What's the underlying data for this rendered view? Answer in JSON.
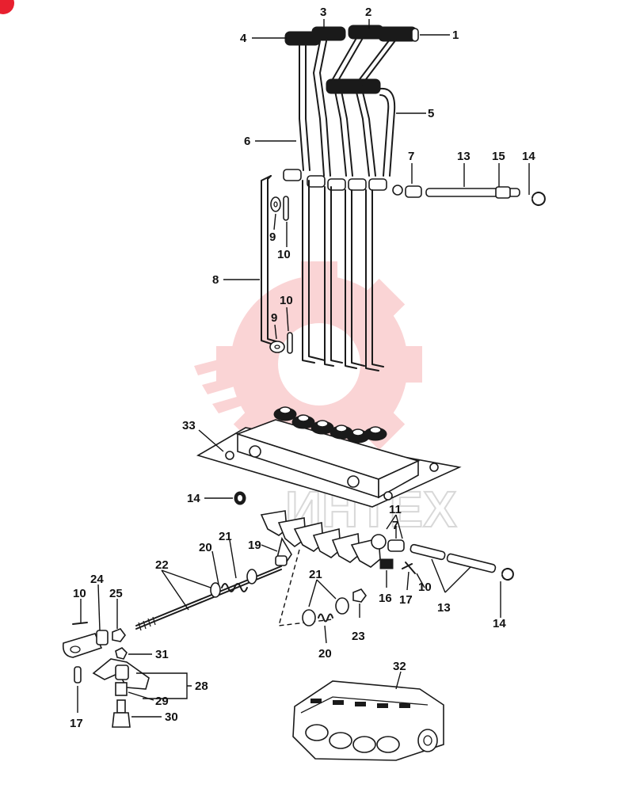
{
  "colors": {
    "ink": "#1a1a1a",
    "watermark": "#f6b1b3",
    "badge": "#e8202f"
  },
  "watermark_text": "ИНТЕХ",
  "callouts": [
    {
      "id": "c1",
      "label": "1"
    },
    {
      "id": "c2",
      "label": "2"
    },
    {
      "id": "c3",
      "label": "3"
    },
    {
      "id": "c4",
      "label": "4"
    },
    {
      "id": "c5",
      "label": "5"
    },
    {
      "id": "c6",
      "label": "6"
    },
    {
      "id": "c7a",
      "label": "7"
    },
    {
      "id": "c13a",
      "label": "13"
    },
    {
      "id": "c15",
      "label": "15"
    },
    {
      "id": "c14a",
      "label": "14"
    },
    {
      "id": "c9a",
      "label": "9"
    },
    {
      "id": "c10a",
      "label": "10"
    },
    {
      "id": "c8",
      "label": "8"
    },
    {
      "id": "c10b",
      "label": "10"
    },
    {
      "id": "c9b",
      "label": "9"
    },
    {
      "id": "c33",
      "label": "33"
    },
    {
      "id": "c14b",
      "label": "14"
    },
    {
      "id": "c11",
      "label": "11"
    },
    {
      "id": "c7b",
      "label": "7"
    },
    {
      "id": "c21a",
      "label": "21"
    },
    {
      "id": "c20a",
      "label": "20"
    },
    {
      "id": "c19",
      "label": "19"
    },
    {
      "id": "c22",
      "label": "22"
    },
    {
      "id": "c24",
      "label": "24"
    },
    {
      "id": "c10c",
      "label": "10"
    },
    {
      "id": "c25",
      "label": "25"
    },
    {
      "id": "c21b",
      "label": "21"
    },
    {
      "id": "c16",
      "label": "16"
    },
    {
      "id": "c17a",
      "label": "17"
    },
    {
      "id": "c10d",
      "label": "10"
    },
    {
      "id": "c13b",
      "label": "13"
    },
    {
      "id": "c14c",
      "label": "14"
    },
    {
      "id": "c23",
      "label": "23"
    },
    {
      "id": "c20b",
      "label": "20"
    },
    {
      "id": "c31",
      "label": "31"
    },
    {
      "id": "c28",
      "label": "28"
    },
    {
      "id": "c29",
      "label": "29"
    },
    {
      "id": "c17b",
      "label": "17"
    },
    {
      "id": "c30",
      "label": "30"
    },
    {
      "id": "c32",
      "label": "32"
    }
  ]
}
